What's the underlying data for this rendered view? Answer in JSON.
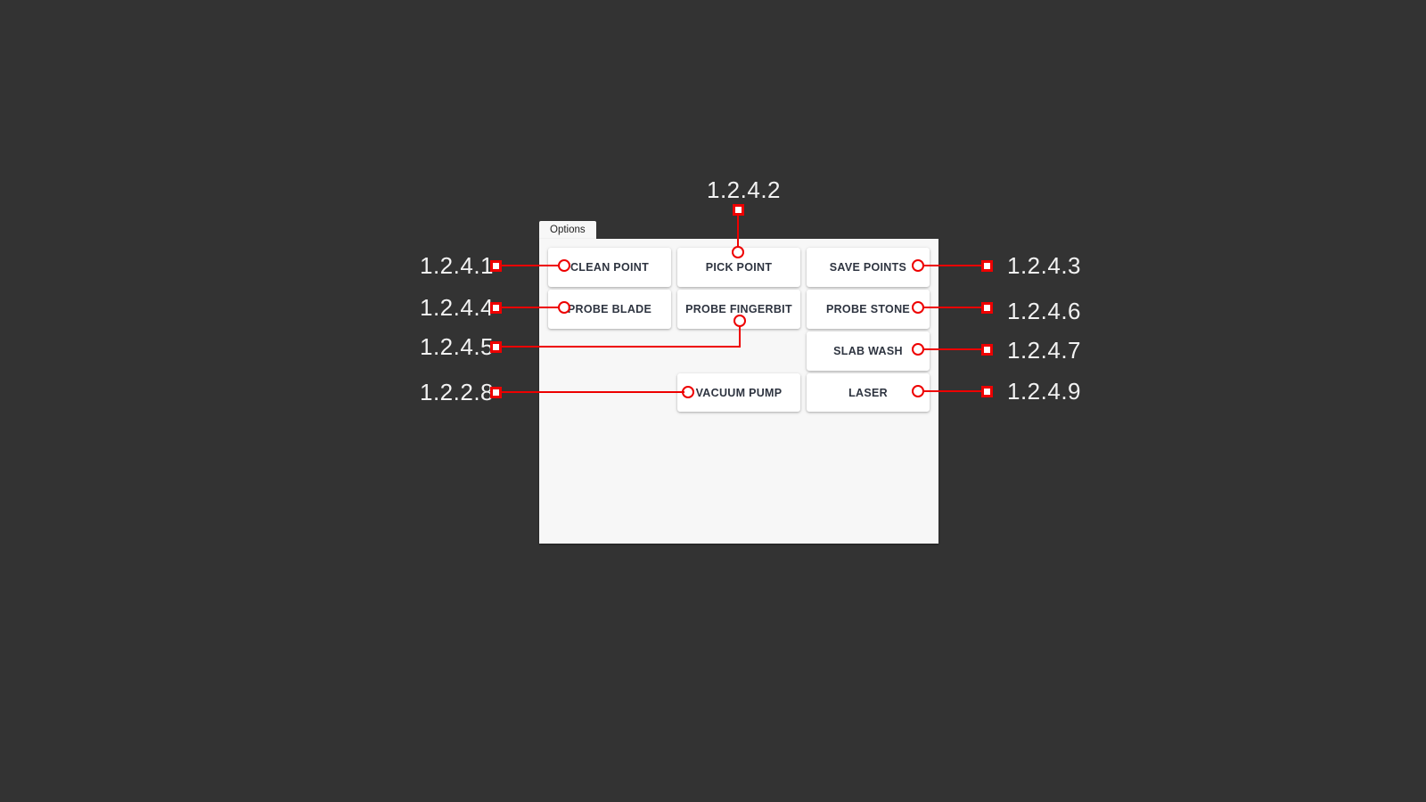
{
  "background_color": "#333333",
  "accent_color": "#ee0000",
  "panel": {
    "tab_label": "Options",
    "surface_color": "#f7f7f7",
    "buttons": [
      {
        "id": "clean-point",
        "label": "CLEAN POINT"
      },
      {
        "id": "pick-point",
        "label": "PICK POINT"
      },
      {
        "id": "save-points",
        "label": "SAVE POINTS"
      },
      {
        "id": "probe-blade",
        "label": "PROBE BLADE"
      },
      {
        "id": "probe-fingerbit",
        "label": "PROBE FINGERBIT"
      },
      {
        "id": "probe-stone",
        "label": "PROBE STONE"
      },
      {
        "id": "slab-wash",
        "label": "SLAB WASH"
      },
      {
        "id": "vacuum-pump",
        "label": "VACUUM PUMP"
      },
      {
        "id": "laser",
        "label": "LASER"
      }
    ]
  },
  "annotations": {
    "callouts": [
      {
        "id": "callout-1-2-4-1",
        "label": "1.2.4.1",
        "target": "clean-point",
        "side": "left"
      },
      {
        "id": "callout-1-2-4-2",
        "label": "1.2.4.2",
        "target": "pick-point",
        "side": "top"
      },
      {
        "id": "callout-1-2-4-3",
        "label": "1.2.4.3",
        "target": "save-points",
        "side": "right"
      },
      {
        "id": "callout-1-2-4-4",
        "label": "1.2.4.4",
        "target": "probe-blade",
        "side": "left"
      },
      {
        "id": "callout-1-2-4-5",
        "label": "1.2.4.5",
        "target": "probe-fingerbit",
        "side": "left"
      },
      {
        "id": "callout-1-2-4-6",
        "label": "1.2.4.6",
        "target": "probe-stone",
        "side": "right"
      },
      {
        "id": "callout-1-2-4-7",
        "label": "1.2.4.7",
        "target": "slab-wash",
        "side": "right"
      },
      {
        "id": "callout-1-2-2-8",
        "label": "1.2.2.8",
        "target": "vacuum-pump",
        "side": "left"
      },
      {
        "id": "callout-1-2-4-9",
        "label": "1.2.4.9",
        "target": "laser",
        "side": "right"
      }
    ]
  }
}
